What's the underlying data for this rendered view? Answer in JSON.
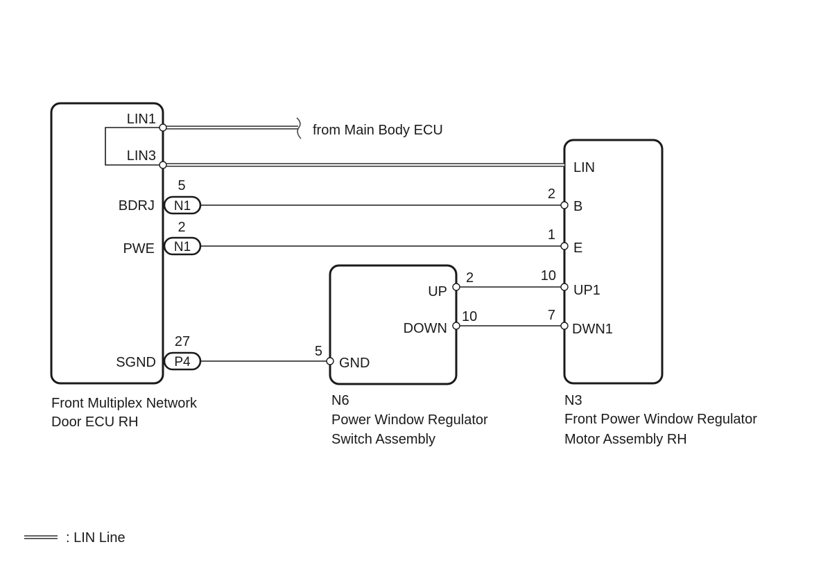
{
  "components": {
    "ecu": {
      "label_line1": "Front Multiplex Network",
      "label_line2": "Door ECU RH",
      "pins": {
        "lin1": "LIN1",
        "lin3": "LIN3",
        "bdrj": "BDRJ",
        "pwe": "PWE",
        "sgnd": "SGND"
      },
      "connectors": {
        "bdrj": {
          "id": "N1",
          "pin": "5"
        },
        "pwe": {
          "id": "N1",
          "pin": "2"
        },
        "sgnd": {
          "id": "P4",
          "pin": "27"
        }
      }
    },
    "switch": {
      "code": "N6",
      "label_line1": "Power Window Regulator",
      "label_line2": "Switch Assembly",
      "pins": {
        "up": {
          "name": "UP",
          "num": "2"
        },
        "down": {
          "name": "DOWN",
          "num": "10"
        },
        "gnd": {
          "name": "GND",
          "num": "5"
        }
      }
    },
    "motor": {
      "code": "N3",
      "label_line1": "Front Power Window Regulator",
      "label_line2": "Motor Assembly RH",
      "pins": {
        "lin": {
          "name": "LIN"
        },
        "b": {
          "name": "B",
          "num": "2"
        },
        "e": {
          "name": "E",
          "num": "1"
        },
        "up1": {
          "name": "UP1",
          "num": "10"
        },
        "dwn1": {
          "name": "DWN1",
          "num": "7"
        }
      }
    }
  },
  "annotations": {
    "from_main": "from Main Body ECU"
  },
  "legend": {
    "lin_line": ": LIN Line"
  },
  "colors": {
    "ink": "#1a1a1a",
    "lin_line": "#4a4a4a",
    "background": "#ffffff"
  }
}
